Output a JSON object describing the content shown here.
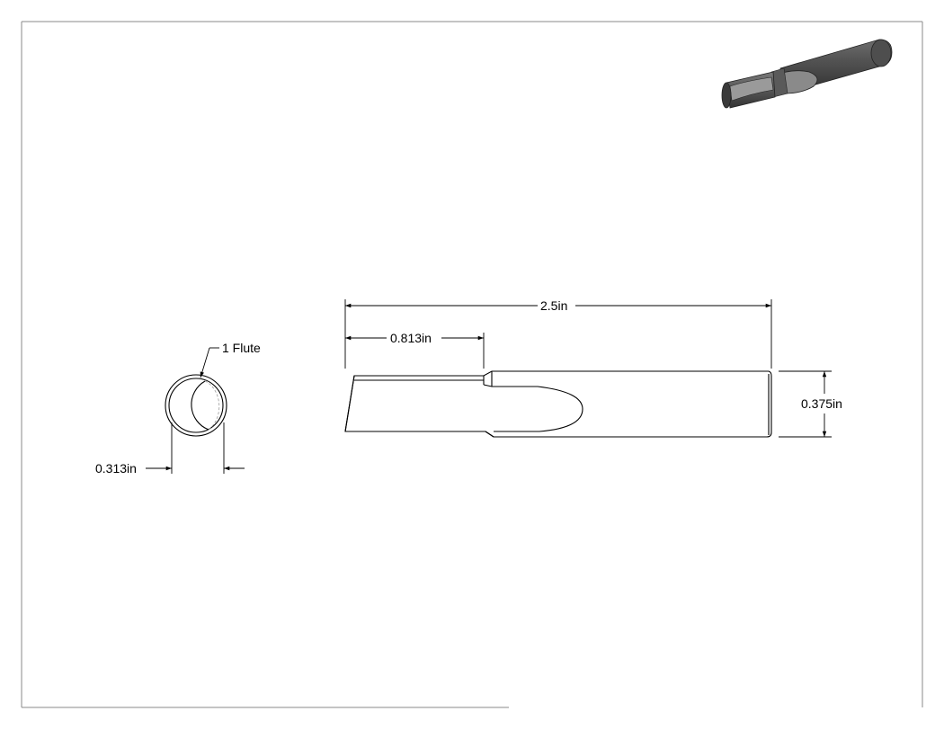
{
  "drawing": {
    "end_view": {
      "flute_label": "1 Flute",
      "diameter_label": "0.313in"
    },
    "side_view": {
      "overall_length_label": "2.5in",
      "flute_length_label": "0.813in",
      "shank_diameter_label": "0.375in"
    },
    "colors": {
      "line": "#000000",
      "frame": "#8a8a8a",
      "model_body": "#4a4a4a",
      "model_highlight": "#7a7a7a",
      "model_dark": "#2a2a2a"
    }
  }
}
